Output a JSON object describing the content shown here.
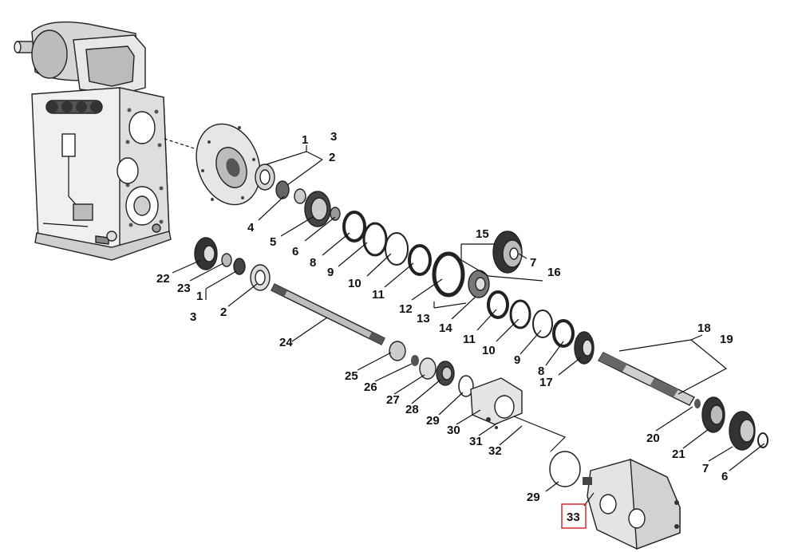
{
  "diagram": {
    "colors": {
      "ink": "#111111",
      "highlight": "#d9292b",
      "metal": "#d8d8d8",
      "dark": "#333333"
    },
    "highlighted_part": "33",
    "labels": {
      "p1a": "1",
      "p3a": "3",
      "p2a": "2",
      "p4": "4",
      "p5": "5",
      "p6a": "6",
      "p8a": "8",
      "p9a": "9",
      "p10a": "10",
      "p11a": "11",
      "p12": "12",
      "p15": "15",
      "p7a": "7",
      "p16": "16",
      "p22": "22",
      "p23": "23",
      "p1b": "1",
      "p3b": "3",
      "p2b": "2",
      "p13": "13",
      "p14": "14",
      "p11b": "11",
      "p10b": "10",
      "p9b": "9",
      "p8b": "8",
      "p17": "17",
      "p18": "18",
      "p19": "19",
      "p24": "24",
      "p25": "25",
      "p26": "26",
      "p27": "27",
      "p28": "28",
      "p29a": "29",
      "p30": "30",
      "p31": "31",
      "p32": "32",
      "p20": "20",
      "p21": "21",
      "p7b": "7",
      "p6b": "6",
      "p29b": "29",
      "p33": "33"
    }
  }
}
